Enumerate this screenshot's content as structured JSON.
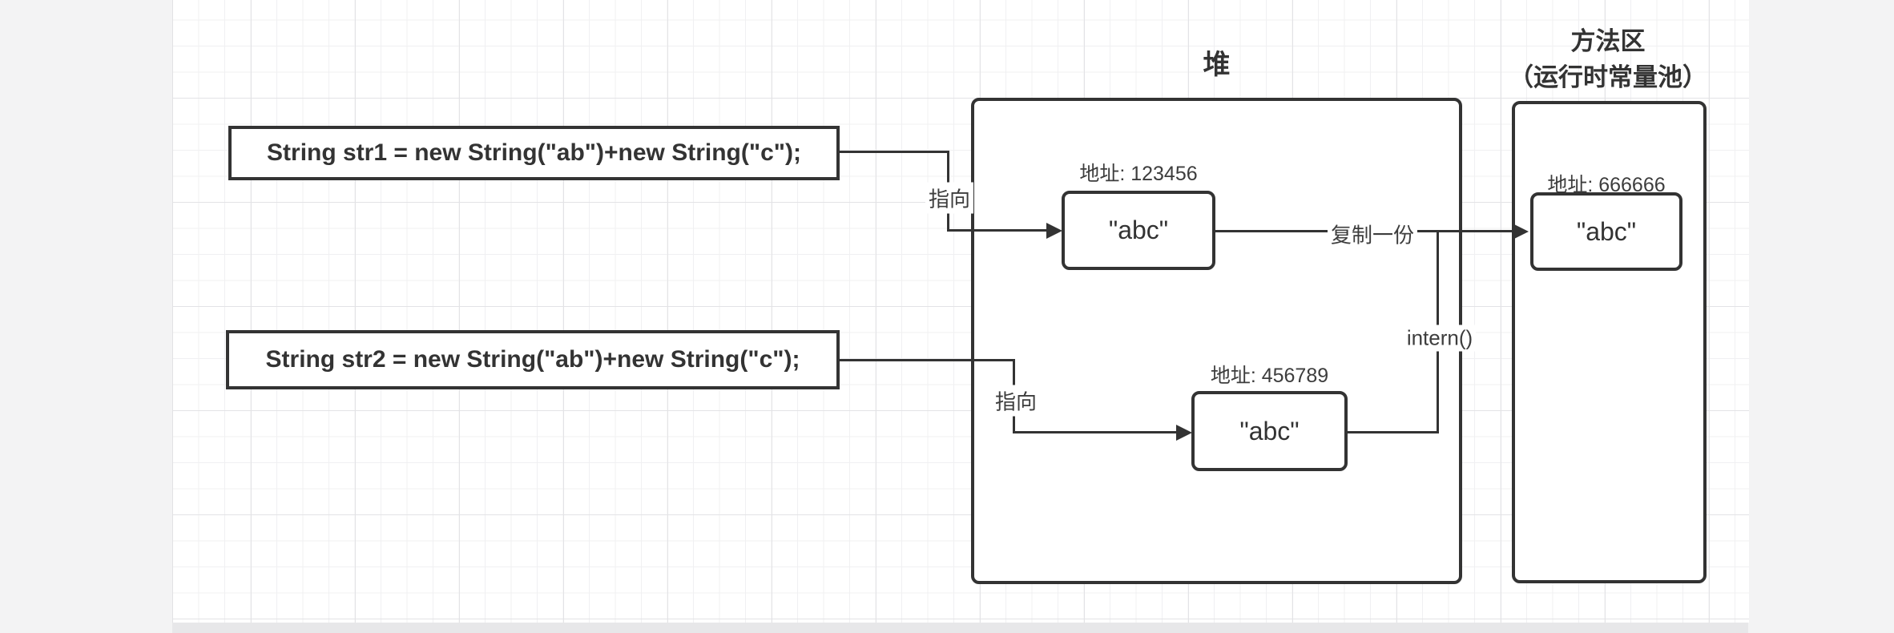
{
  "code_boxes": [
    {
      "id": "str1",
      "text": "String str1 = new String(\"ab\")+new String(\"c\");"
    },
    {
      "id": "str2",
      "text": "String str2 = new String(\"ab\")+new String(\"c\");"
    }
  ],
  "heap": {
    "title": "堆",
    "objects": [
      {
        "address": "地址: 123456",
        "value": "\"abc\""
      },
      {
        "address": "地址: 456789",
        "value": "\"abc\""
      }
    ]
  },
  "method_area": {
    "title_line1": "方法区",
    "title_line2": "（运行时常量池）",
    "objects": [
      {
        "address": "地址: 666666",
        "value": "\"abc\""
      }
    ]
  },
  "edge_labels": {
    "points_to_1": "指向",
    "points_to_2": "指向",
    "copy": "复制一份",
    "intern": "intern()"
  },
  "colors": {
    "stroke": "#333333",
    "canvas_background": "#ffffff",
    "page_background": "#f3f3f4",
    "grid_minor": "#f0f0f2",
    "grid_major": "#e3e3e6"
  }
}
